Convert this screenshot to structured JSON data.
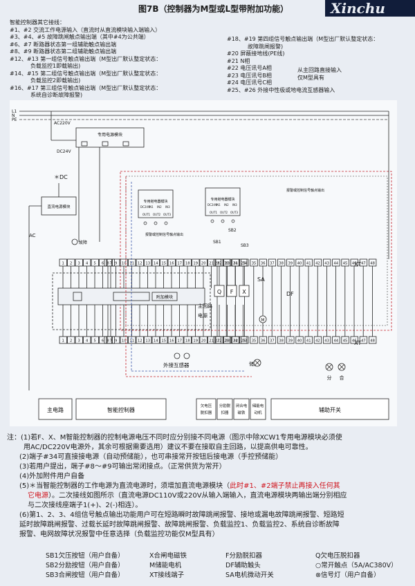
{
  "header": {
    "title": "图7B（控制器为M型或L型带附加功能）",
    "brand": "Xinchu"
  },
  "legend": {
    "heading": "智能控制器其它接线：",
    "left": [
      "#1、#2 交流工作电源输入（直流时从直流模块输入端输入）",
      "#3、#4、#5 故障跳闸触点输出端（其中#4为公共端）",
      "#6、#7 断路器状态第一组辅助触点输出端",
      "#8、#9 断路器状态第二组辅助触点输出端",
      "#12、#13 第一组信号触点输出端（M型出厂默认整定状态：",
      "负载监控1即载输出)",
      "#14、#15 第二组信号触点输出端（M型出厂默认整定状态：",
      "负载监控2即载输出)",
      "#16、#17 第三组信号触点输出端（M型出厂默认整定状态：",
      "系统自诊断故障报警)"
    ],
    "right": [
      "#18、#19 第四组信号触点输出端（M型出厂默认整定状态：",
      "故障跳闸报警)",
      "#20 屏蔽接地线(PE线)",
      "#21 N相",
      "#22 电压讯号A相",
      "#23 电压讯号B相",
      "#24 电压讯号C相",
      "#25、#26 外接中性极或地电流互感器输入"
    ],
    "brace_note1": "从主回路直接输入",
    "brace_note2": "仅M型具有"
  },
  "diagram": {
    "lines": [
      "L1",
      "N",
      "PE"
    ],
    "ac_label": "AC220V",
    "dc24_label": "DC24V",
    "module_power": "专用电源模块",
    "dc_label": "＊DC",
    "dc_module": "直流电源模块",
    "ac_side": "AC",
    "relay_module": "专用继电器模块",
    "relay_pins": [
      "DC24V",
      "IN1",
      "IN2",
      "IN3"
    ],
    "relay_outs": [
      "OUT1",
      "OUT2",
      "OUT3"
    ],
    "alarm_note1": "报警或控制信号触点输出",
    "alarm_note2": "报警或控制信号触点输出",
    "fault_label": "故障",
    "sb1": "SB1",
    "sb2": "SB2",
    "sb3": "SB3",
    "xt": "XT",
    "aux_module": "附加模块",
    "sa": "SA",
    "df": "DF",
    "boxes": [
      "Q",
      "F",
      "X"
    ],
    "main_circuit_power": "主回路电源",
    "ext_ct": "外接互感器",
    "charge": "储能",
    "open_lbl": "分",
    "close_lbl": "合",
    "top_terminals": [
      "1",
      "2",
      "3",
      "4",
      "5",
      "6",
      "7",
      "8",
      "9",
      "10",
      "11",
      "12",
      "13",
      "14",
      "15",
      "16",
      "17",
      "18",
      "19",
      "20",
      "21",
      "22",
      "23",
      "24",
      "25",
      "26",
      "27",
      "28",
      "29",
      "30",
      "31",
      "32",
      "33",
      "34",
      "35",
      "36",
      "37",
      "38",
      "39",
      "40",
      "41",
      "42",
      "43",
      "44",
      "45",
      "46",
      "47",
      "48"
    ],
    "bot_terminals": [
      "1",
      "2",
      "3",
      "4",
      "5",
      "6",
      "7",
      "8",
      "9",
      "10",
      "11",
      "12",
      "13",
      "14",
      "15",
      "16",
      "17",
      "18",
      "19",
      "20",
      "21",
      "22",
      "23",
      "24",
      "25",
      "26",
      "27",
      "28",
      "29",
      "30",
      "31",
      "32",
      "33",
      "34",
      "35",
      "36",
      "37",
      "38",
      "39",
      "40",
      "41",
      "42",
      "43",
      "44",
      "45",
      "46",
      "47",
      "48"
    ],
    "bottom_bar": {
      "main": "主电路",
      "controller": "智能控制器",
      "undervolt": "欠电压脱扣器",
      "shunt": "分励脱扣器",
      "close": "闭合电磁铁",
      "charge_motor": "储能电动机",
      "aux": "辅助开关"
    }
  },
  "notes": [
    "注：(1)若F、X、M智能控制器的控制电源电压不同时应分别接不同电源（图示中除XCW1专用电源模块必须使",
    "用AC/DC220V电源外，其余可根据需要选用）建议不要在接取自主回路，以提高供电可靠性。",
    "(2)端子#34可直接接电源（自动预储能），也可串接常开按钮后接电源（手控预储能）",
    "(3)若用户提出，端子#8～#9可输出常闭接点。（正常供货为常开）",
    "(4)外加附件用户自备",
    "(6)第1、2、3、4组信号触点输出功能用户可在短路瞬时故障跳闸报警、接地或漏电故障跳闸报警、短路短",
    "延时故障跳闸报警、过载长延时故障跳闸报警、故障跳闸报警、负载监控1、负载监控2、系统自诊断故障",
    "报警、电网故障状况报警中任意选择（负载监控功能仅M型具有）"
  ],
  "note5": {
    "pre": "(5)＊当智能控制器的工作电源为直流电源时，须增加直流电源模块（",
    "red": "此时#1、#2端子禁止再接入任何其",
    "red2": "它电源",
    "post": "）。二次接线如图所示（直流电源DC110V或220V从输入端输入，直流电源模块两输出端分别相应",
    "post2": "与二次接线座端子1(+)、2(-)相连）。"
  },
  "key": [
    [
      "SB1欠压按钮（用户自备）",
      "X合闸电磁铁",
      "F分励脱扣器",
      "Q欠电压脱扣器"
    ],
    [
      "SB2分励按钮（用户自备）",
      "M储能电机",
      "DF辅助触头",
      "○常开触点（5A/AC380V）"
    ],
    [
      "SB3合闸按钮（用户自备）",
      "XT接线端子",
      "SA电机微动开关",
      "⊗信号灯（用户自备）"
    ]
  ]
}
